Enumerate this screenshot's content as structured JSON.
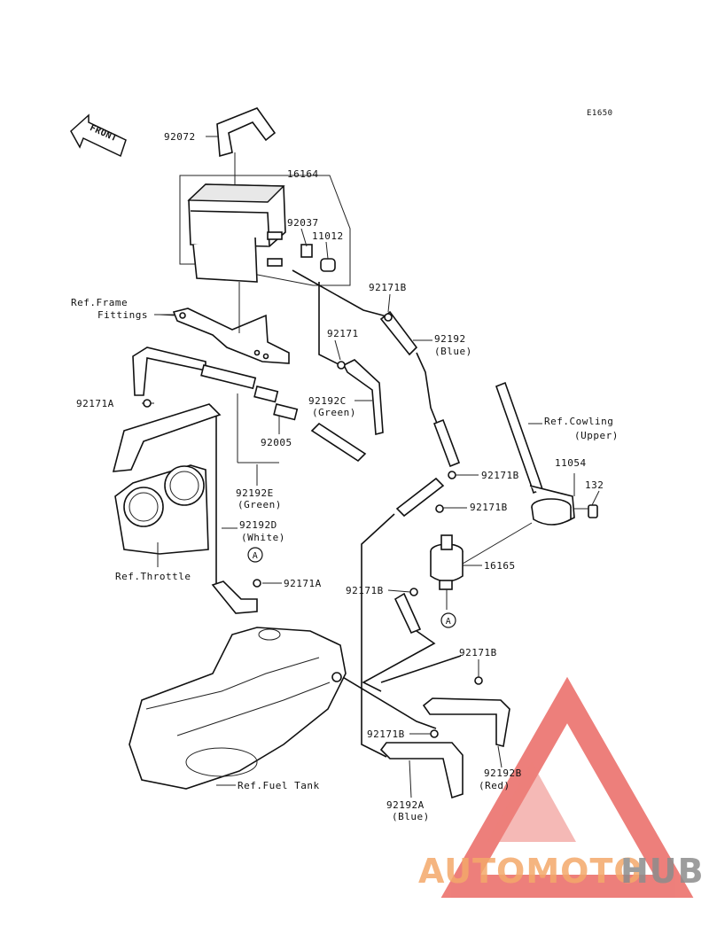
{
  "diagram": {
    "code": "E1650",
    "front_label": "FRONT",
    "callout_letter": "A",
    "labels": {
      "p92072": "92072",
      "p16164": "16164",
      "p92037": "92037",
      "p11012": "11012",
      "ref_frame_1": "Ref.Frame",
      "ref_frame_2": "Fittings",
      "p92171B_top": "92171B",
      "p92171": "92171",
      "p92192": "92192",
      "p92192_color": "(Blue)",
      "p92171A_left": "92171A",
      "p92192C": "92192C",
      "p92192C_color": "(Green)",
      "ref_cowling_1": "Ref.Cowling",
      "ref_cowling_2": "(Upper)",
      "p92005": "92005",
      "p92171B_mid1": "92171B",
      "p11054": "11054",
      "p92192E": "92192E",
      "p92192E_color": "(Green)",
      "p132": "132",
      "p92171B_mid2": "92171B",
      "p92192D": "92192D",
      "p92192D_color": "(White)",
      "p16165": "16165",
      "ref_throttle": "Ref.Throttle",
      "p92171A_low": "92171A",
      "p92171B_low": "92171B",
      "p92171B_r": "92171B",
      "p92171B_bot": "92171B",
      "p92192B": "92192B",
      "p92192B_color": "(Red)",
      "ref_fuel_tank": "Ref.Fuel Tank",
      "p92192A": "92192A",
      "p92192A_color": "(Blue)"
    }
  },
  "watermark": {
    "word_a": "AUTOMOTO",
    "word_b": "HUB",
    "color_a": "#f4a96a",
    "color_b": "#8c8c8c",
    "triangle_color": "#e8554f"
  }
}
